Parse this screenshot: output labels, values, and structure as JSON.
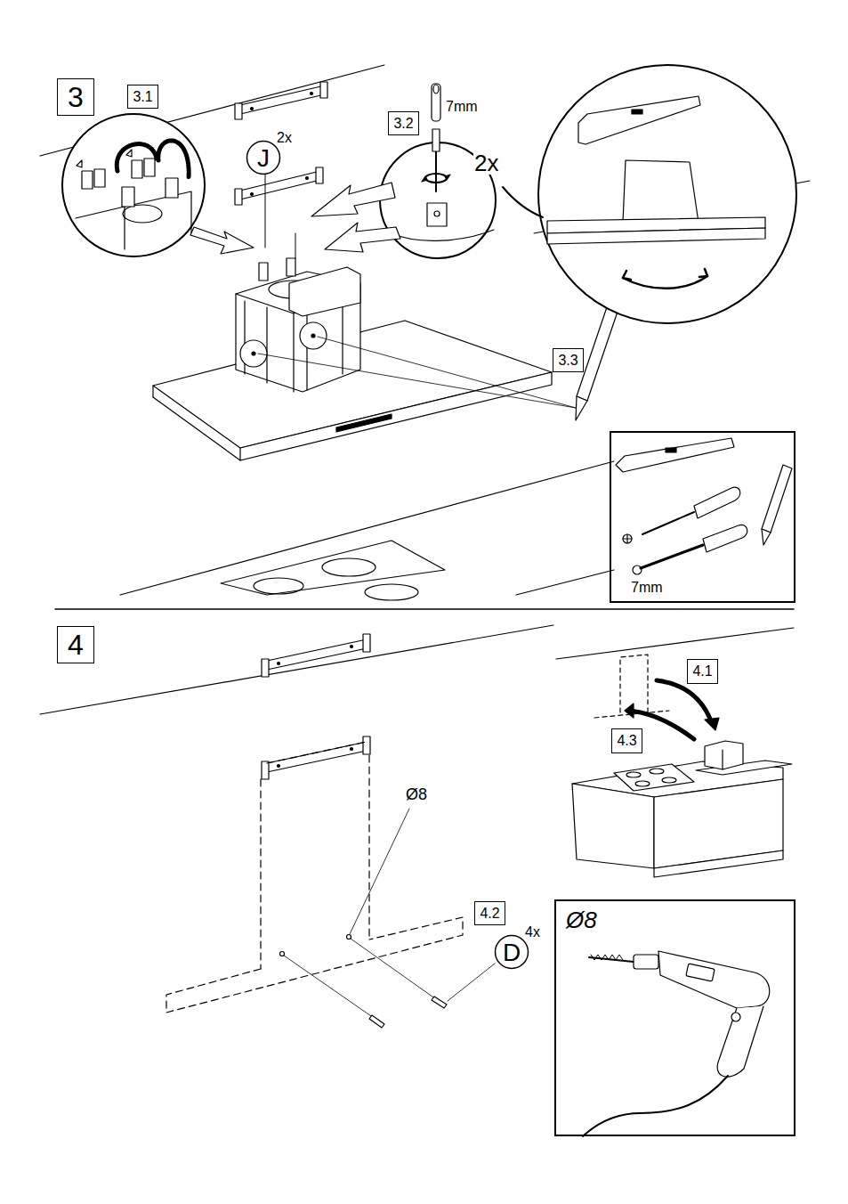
{
  "diagram": {
    "nodes": [
      {
        "text": [
          "3"
        ]
      },
      {
        "text": [
          "3.1"
        ]
      },
      {
        "text": [
          "J",
          "2x"
        ]
      },
      {
        "text": [
          "3.2"
        ]
      },
      {
        "text": [
          "3.3"
        ]
      },
      {
        "text": [
          "7mm"
        ]
      },
      {
        "text": [
          "4"
        ]
      },
      {
        "text": [
          "4.1"
        ]
      },
      {
        "text": [
          "4.3"
        ]
      },
      {
        "text": [
          "4.2"
        ]
      },
      {
        "text": [
          "D",
          "4x"
        ]
      },
      {
        "text": [
          "Ø8"
        ]
      }
    ],
    "labels": [
      "7mm",
      "2x",
      "Ø8"
    ]
  }
}
